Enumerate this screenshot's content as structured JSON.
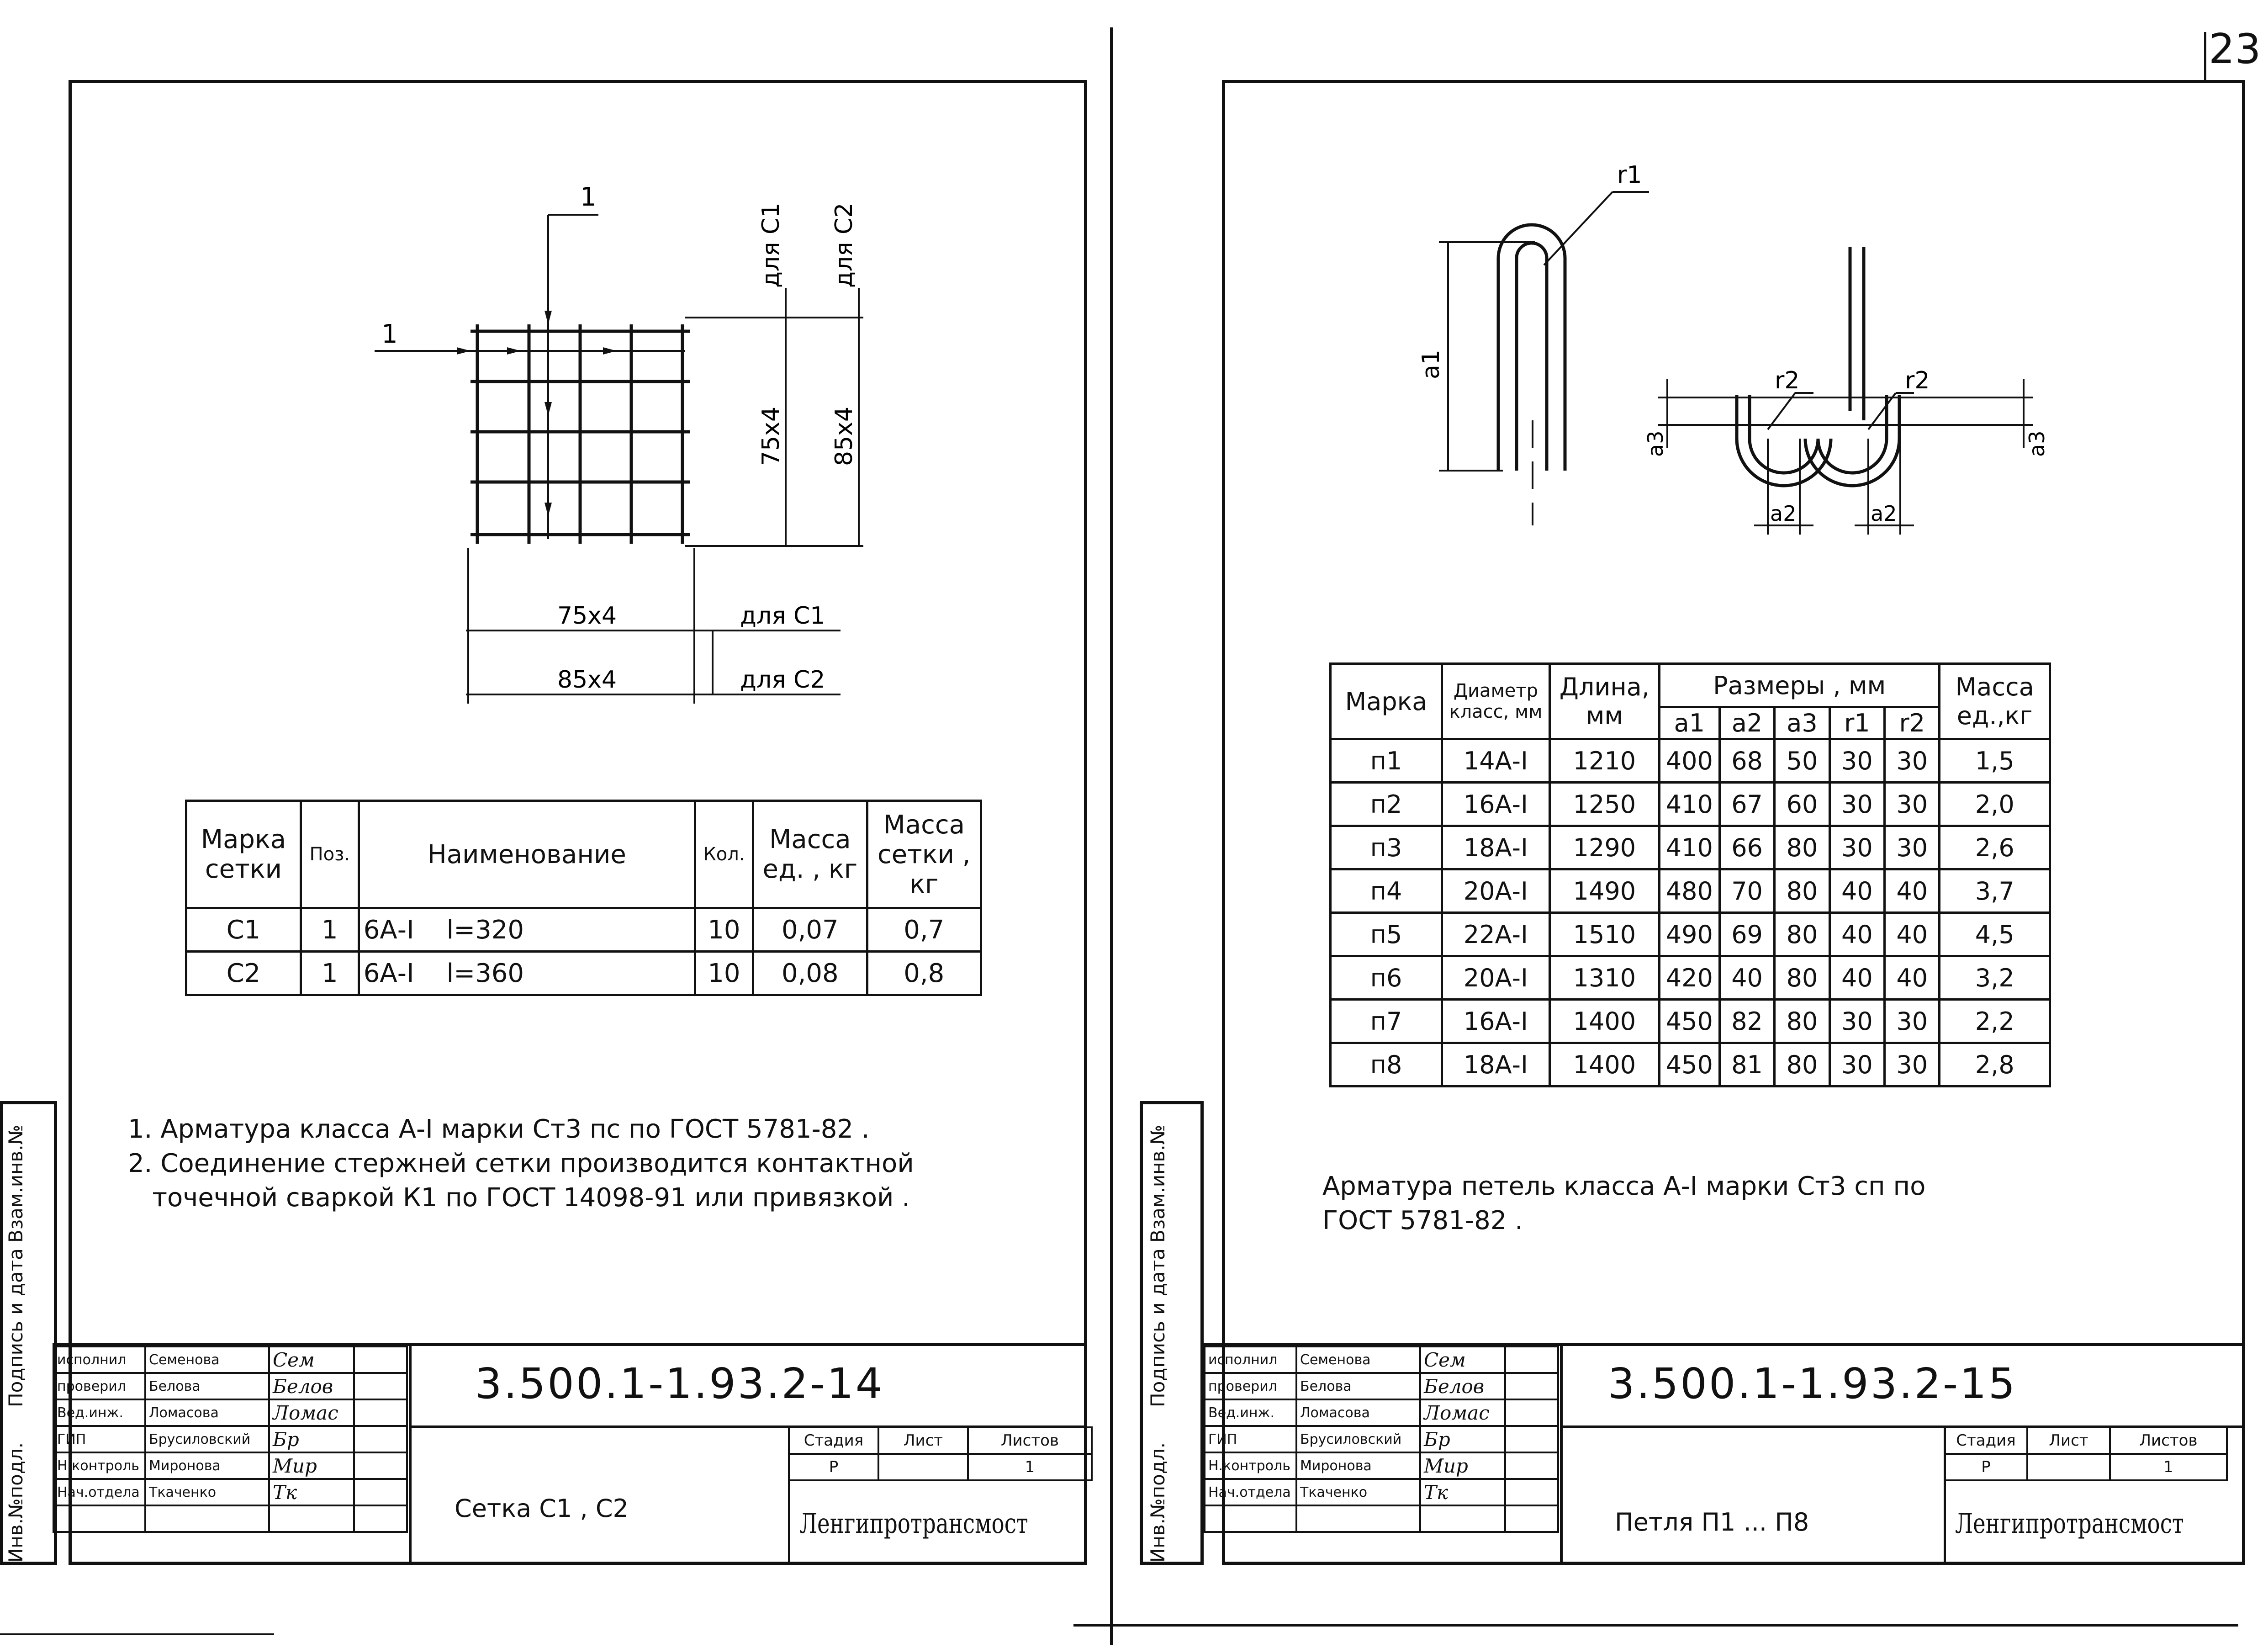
{
  "page_number": "23",
  "left_sheet": {
    "drawing": {
      "section_mark_top": "1",
      "section_mark_left": "1",
      "dim_v_c1_label": "для С1",
      "dim_v_c2_label": "для С2",
      "dim_v_c1_value": "75х4",
      "dim_v_c2_value": "85х4",
      "dim_h_c1_value": "75х4",
      "dim_h_c1_label": "для С1",
      "dim_h_c2_value": "85х4",
      "dim_h_c2_label": "для С2"
    },
    "table": {
      "headers": [
        "Марка сетки",
        "Поз.",
        "Наименование",
        "Кол.",
        "Масса ед. , кг",
        "Масса сетки , кг"
      ],
      "rows": [
        [
          "С1",
          "1",
          "6А-I    l=320",
          "10",
          "0,07",
          "0,7"
        ],
        [
          "С2",
          "1",
          "6А-I    l=360",
          "10",
          "0,08",
          "0,8"
        ]
      ]
    },
    "notes": [
      "1. Арматура класса А-I марки Ст3 пс по ГОСТ 5781-82 .",
      "2. Соединение стержней сетки производится контактной",
      "   точечной сваркой К1 по ГОСТ 14098-91 или привязкой ."
    ],
    "stamp": {
      "roles": [
        "исполнил",
        "проверил",
        "Вед.инж.",
        "ГИП",
        "Н.контроль",
        "Нач.отдела"
      ],
      "names": [
        "Семенова",
        "Белова",
        "Ломасова",
        "Брусиловский",
        "Миронова",
        "Ткаченко"
      ],
      "signatures": [
        "Сем",
        "Белов",
        "Ломас",
        "Бр",
        "Мир",
        "Тк"
      ],
      "code": "3.500.1-1.93.2-14",
      "title": "Сетка С1 , С2",
      "stage_header": "Стадия",
      "sheet_header": "Лист",
      "sheets_header": "Листов",
      "stage_value": "Р",
      "sheets_value": "1",
      "org": "Ленгипротрансмост"
    },
    "side_labels": [
      "Инв.№подл.",
      "Подпись и дата",
      "Взам.инв.№"
    ]
  },
  "right_sheet": {
    "drawing": {
      "r1": "r1",
      "r2_left": "r2",
      "r2_right": "r2",
      "a1": "a1",
      "a2_left": "a2",
      "a2_right": "a2",
      "a3_left": "a3",
      "a3_right": "a3"
    },
    "table": {
      "header_top": [
        "Марка",
        "Диаметр класс, мм",
        "Длина, мм",
        "Размеры , мм",
        "Масса ед.,кг"
      ],
      "sub_headers": [
        "a1",
        "a2",
        "a3",
        "r1",
        "r2"
      ],
      "rows": [
        [
          "п1",
          "14А-I",
          "1210",
          "400",
          "68",
          "50",
          "30",
          "30",
          "1,5"
        ],
        [
          "п2",
          "16А-I",
          "1250",
          "410",
          "67",
          "60",
          "30",
          "30",
          "2,0"
        ],
        [
          "п3",
          "18А-I",
          "1290",
          "410",
          "66",
          "80",
          "30",
          "30",
          "2,6"
        ],
        [
          "п4",
          "20А-I",
          "1490",
          "480",
          "70",
          "80",
          "40",
          "40",
          "3,7"
        ],
        [
          "п5",
          "22А-I",
          "1510",
          "490",
          "69",
          "80",
          "40",
          "40",
          "4,5"
        ],
        [
          "п6",
          "20А-I",
          "1310",
          "420",
          "40",
          "80",
          "40",
          "40",
          "3,2"
        ],
        [
          "п7",
          "16А-I",
          "1400",
          "450",
          "82",
          "80",
          "30",
          "30",
          "2,2"
        ],
        [
          "п8",
          "18А-I",
          "1400",
          "450",
          "81",
          "80",
          "30",
          "30",
          "2,8"
        ]
      ]
    },
    "note": [
      "Арматура петель класса А-I марки Ст3 сп по",
      "ГОСТ 5781-82 ."
    ],
    "stamp": {
      "roles": [
        "исполнил",
        "проверил",
        "Вед.инж.",
        "ГИП",
        "Н.контроль",
        "Нач.отдела"
      ],
      "names": [
        "Семенова",
        "Белова",
        "Ломасова",
        "Брусиловский",
        "Миронова",
        "Ткаченко"
      ],
      "signatures": [
        "Сем",
        "Белов",
        "Ломас",
        "Бр",
        "Мир",
        "Тк"
      ],
      "code": "3.500.1-1.93.2-15",
      "title": "Петля П1 ... П8",
      "stage_header": "Стадия",
      "sheet_header": "Лист",
      "sheets_header": "Листов",
      "stage_value": "Р",
      "sheets_value": "1",
      "org": "Ленгипротрансмост"
    },
    "side_labels": [
      "Инв.№подл.",
      "Подпись и дата",
      "Взам.инв.№"
    ]
  }
}
